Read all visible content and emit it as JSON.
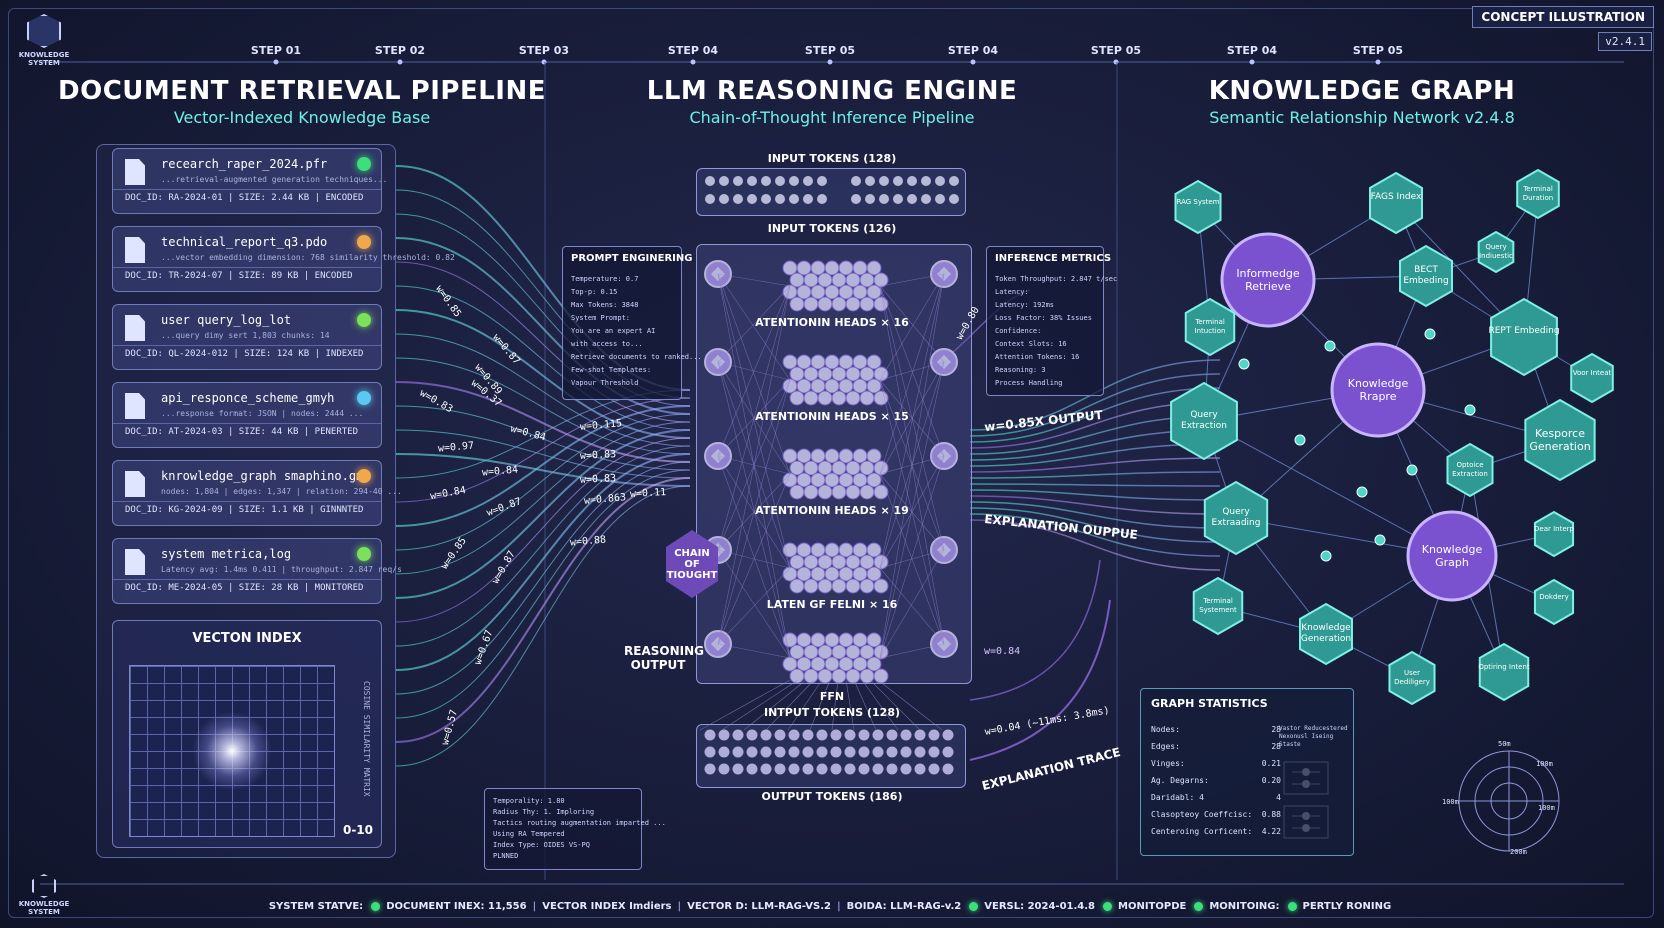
{
  "header": {
    "badge": "CONCEPT ILLUSTRATION",
    "version": "v2.4.1",
    "logo_text": "KNOWLEDGE SYSTEM",
    "steps": [
      "STEP 01",
      "STEP 02",
      "STEP 03",
      "STEP 04",
      "STEP 05",
      "STEP 04",
      "STEP 05",
      "STEP 04",
      "STEP 05"
    ]
  },
  "retrieval": {
    "title": "DOCUMENT RETRIEVAL PIPELINE",
    "subtitle": "Vector-Indexed Knowledge Base",
    "documents": [
      {
        "name": "recearch_raper_2024.pfr",
        "desc": "...retrieval-augmented generation techniques...",
        "meta": "DOC_ID: RA-2024-01  |  SIZE: 2.44 KB  |  ENCODED",
        "status_color": "#3ce07a"
      },
      {
        "name": "technical_report_q3.pdo",
        "desc": "...vector embedding dimension: 768   similarity threshold: 0.82",
        "meta": "DOC_ID: TR-2024-07  |  SIZE: 89 KB  |  ENCODED",
        "status_color": "#f0a84a"
      },
      {
        "name": "user query_log_lot",
        "desc": "...query dimy sert 1,803   chunks: 14",
        "meta": "DOC_ID: QL-2024-012  |  SIZE: 124 KB  |  INDEXED",
        "status_color": "#7be05a"
      },
      {
        "name": "api_responce_scheme_gmyh",
        "desc": "...response format: JSON  |  nodes: 2444 ...",
        "meta": "DOC_ID: AT-2024-03  |  SIZE: 44 KB  |  PENERTED",
        "status_color": "#5ac8f0"
      },
      {
        "name": "knrowledge_graph smaphino.gml",
        "desc": "nodes: 1,804  |  edges: 1,347  |  relation: 294-40 ...",
        "meta": "DOC_ID: KG-2024-09  |  SIZE: 1.1 KB  |  GINNNTED",
        "status_color": "#f0a84a"
      },
      {
        "name": "system metrica,log",
        "desc": "Latency avg: 1.4ms  0.411  |  throughput: 2.847 req/s",
        "meta": "DOC_ID: ME-2024-05  |  SIZE: 28 KB  |  MONITORED",
        "status_color": "#7be05a"
      }
    ],
    "vector_index": {
      "title": "VECTON INDEX",
      "axis": "COSINE SIMILARITY MATRIX",
      "scale": "0-10"
    }
  },
  "engine": {
    "title": "LLM REASONING ENGINE",
    "subtitle": "Chain-of-Thought Inference Pipeline",
    "input_top": "INPUT TOKENS (128)",
    "input_mid": "INPUT TOKENS (126)",
    "input_low": "INTPUT TOKENS (128)",
    "output_tokens": "OUTPUT TOKENS (186)",
    "ffn": "FFN",
    "layers": [
      "ATENTIONIN HEADS × 16",
      "ATENTIONIN HEADS × 15",
      "ATENTIONIN HEADS × 19",
      "LATEN GF FELNI × 16"
    ],
    "cot": "CHAIN OF TIOUGHT",
    "reasoning_output": "REASONING OUTPUT",
    "prompt_box": {
      "title": "PROMPT ENGINERING",
      "lines": [
        "Temperature: 0.7",
        "Top-p: 0.15",
        "Max Tokens: 3848",
        "System Prompt:",
        "You are an expert AI",
        "with access to...",
        "Retrieve documents to ranked...",
        "Few-shot Templates:",
        "Vapour Threshold"
      ]
    },
    "metrics_box": {
      "title": "INFERENCE METRICS",
      "lines": [
        "Token Throughput: 2.847 t/sec",
        "Latency:",
        "Latency: 192ms",
        "Loss Factor: 38% Issues",
        "Confidence:",
        "Context Slots: 16",
        "Attention Tokens: 16",
        "Reasoning: 3",
        "Process Handling"
      ]
    },
    "retrieval_box": {
      "lines": [
        "Temporality: 1.80",
        "Radius Thy: 1. Imploring",
        "Tactics routing augmentation imparted ...",
        "Using RA Tempered",
        "Index Type: OIDES VS-PQ",
        "PLNNED"
      ]
    }
  },
  "weights_left": [
    "w=0.85",
    "w=0.87",
    "w=0.89",
    "w=0.37",
    "w=0.83",
    "w=0.84",
    "w=0.97",
    "w=0.115",
    "w=0.83",
    "w=0.84",
    "w=0.83",
    "w=0.84",
    "w=0.87",
    "w=0.863",
    "w=0.11",
    "w=0.85",
    "w=0.87",
    "w=0.88",
    "w=0.67",
    "w=0.57"
  ],
  "outputs": {
    "w_output": "w=0.85X OUTPUT",
    "explanation_output": "EXPLANATION OUPPUE",
    "w_top": "w=0.80",
    "w_mid": "w=0.84",
    "w_low": "w=0.04  (~11ms: 3.8ms)",
    "explanation_trace": "EXPLANATION TRACE"
  },
  "graph": {
    "title": "KNOWLEDGE GRAPH",
    "subtitle": "Semantic Relationship Network v2.4.8",
    "nodes": [
      {
        "label": "RAG System"
      },
      {
        "label": "FAGS Index"
      },
      {
        "label": "Terminal Duration"
      },
      {
        "label": "Informedge Retrieve"
      },
      {
        "label": "Query Indiuestic"
      },
      {
        "label": "BECT Embeding"
      },
      {
        "label": "Terminal Intuction"
      },
      {
        "label": "REPT Embeding"
      },
      {
        "label": "Voor Inteat"
      },
      {
        "label": "Query Extraction"
      },
      {
        "label": "Knowledge Rrapre"
      },
      {
        "label": "Kesporce Generation"
      },
      {
        "label": "Optoice Extraction"
      },
      {
        "label": "Query Extraading"
      },
      {
        "label": "Knowledge Graph"
      },
      {
        "label": "Dear Interp"
      },
      {
        "label": "Terminal Systement"
      },
      {
        "label": "Knowledge Generation"
      },
      {
        "label": "Dokdery"
      },
      {
        "label": "User Dediligery"
      },
      {
        "label": "Optiring Intent"
      }
    ],
    "stats": {
      "title": "GRAPH STATISTICS",
      "rows": [
        {
          "k": "Nodes:",
          "v": "28"
        },
        {
          "k": "Edges:",
          "v": "28"
        },
        {
          "k": "Vinges:",
          "v": "0.21"
        },
        {
          "k": "Ag. Degarns:",
          "v": "0.20"
        },
        {
          "k": "Daridabl: 4",
          "v": "4"
        },
        {
          "k": "Clasopteoy Coeffcisc:",
          "v": "0.88"
        },
        {
          "k": "Centeroing Corficent:",
          "v": "4.22"
        }
      ],
      "note": "Vastor Reducestered Nexonusl Iseing Staste"
    },
    "radar": {
      "top": "50m",
      "right_top": "100m",
      "left": "100m",
      "right": "100m",
      "bottom": "200m"
    }
  },
  "status": {
    "label": "SYSTEM STATVE:",
    "items": [
      "DOCUMENT INEX: 11,556",
      "VECTOR INDEX  Imdiers",
      "VECTOR D: LLM-RAG-VS.2",
      "BOIDA: LLM-RAG-v.2",
      "VERSL: 2024-01.4.8",
      "MONITOPDE",
      "MONITOING:",
      "PERTLY RONING"
    ],
    "dots": [
      true,
      false,
      false,
      false,
      true,
      true,
      true,
      true
    ]
  },
  "colors": {
    "teal": "#4fd6c8",
    "purple": "#8f6ae0",
    "node_teal": "#2f9a94",
    "node_purple": "#7a52d0"
  }
}
